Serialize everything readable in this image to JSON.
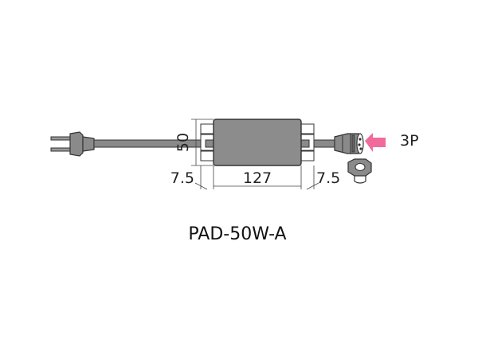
{
  "diagram": {
    "model_name": "PAD-50W-A",
    "connector_label": "3P",
    "dimensions": {
      "height": "50",
      "width": "127",
      "left_margin": "7.5",
      "right_margin": "7.5"
    },
    "colors": {
      "body": "#8c8c8c",
      "body_stroke": "#333333",
      "cable": "#8a8a8a",
      "connector": "#8a8a8a",
      "arrow": "#f06a9b",
      "dimension_line": "#444444"
    }
  }
}
